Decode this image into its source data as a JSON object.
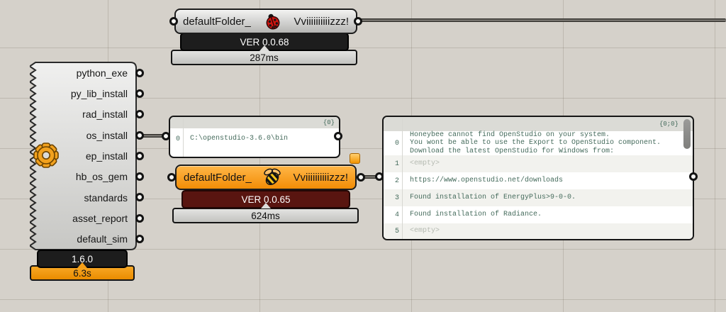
{
  "ladybug": {
    "title": "defaultFolder_",
    "nickname": "Vviiiiiiiiiizzz!",
    "icon": "ladybug-icon",
    "version": "VER 0.0.68",
    "runtime": "287ms"
  },
  "honeybee": {
    "title": "defaultFolder_",
    "nickname": "Vviiiiiiiiiizzz!",
    "icon": "honeybee-icon",
    "badge_icon": "upgrade-tag-icon",
    "version": "VER 0.0.65",
    "runtime": "624ms"
  },
  "versioner": {
    "icon": "gear-icon",
    "outputs": [
      "python_exe",
      "py_lib_install",
      "rad_install",
      "os_install",
      "ep_install",
      "hb_os_gem",
      "standards",
      "asset_report",
      "default_sim"
    ],
    "version": "1.6.0",
    "runtime": "6.3s"
  },
  "path_panel": {
    "path_tag": "{0}",
    "rows": [
      {
        "index": "0",
        "text": "C:\\openstudio-3.6.0\\bin"
      }
    ]
  },
  "report_panel": {
    "path_tag": "{0;0}",
    "rows": [
      {
        "index": "0",
        "text": "Honeybee cannot find OpenStudio on your system.\nYou wont be able to use the Export to OpenStudio component.\nDownload the latest OpenStudio for Windows from:"
      },
      {
        "index": "1",
        "text": "<empty>"
      },
      {
        "index": "2",
        "text": "https://www.openstudio.net/downloads"
      },
      {
        "index": "3",
        "text": "Found installation of EnergyPlus>9-0-0."
      },
      {
        "index": "4",
        "text": "Found installation of Radiance."
      },
      {
        "index": "5",
        "text": "<empty>"
      }
    ]
  },
  "colors": {
    "canvas_bg": "#d5d1ca",
    "grid_line": "#c2beb7",
    "ladybug_red": "#cf1210",
    "honeybee_orange": "#f39408",
    "maroon_bar": "#591510",
    "runtime_orange": "#f49d13",
    "panel_text_green": "#456b5c",
    "wire_gray": "#4a4844"
  }
}
